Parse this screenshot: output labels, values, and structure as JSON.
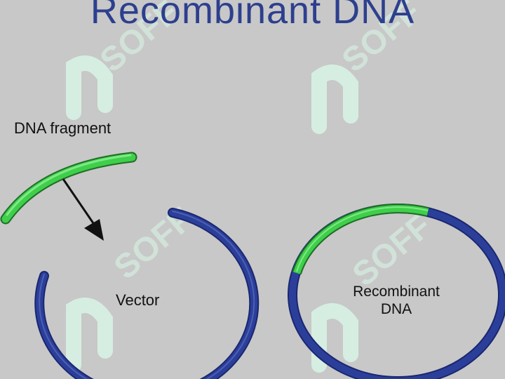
{
  "title": "Recombinant DNA",
  "labels": {
    "fragment": "DNA fragment",
    "vector": "Vector",
    "recombinant_line1": "Recombinant",
    "recombinant_line2": "DNA"
  },
  "colors": {
    "background": "#c8c8c8",
    "title": "#2d3f8e",
    "vector_strand": "#2b3f9a",
    "fragment_strand": "#3fcf4a",
    "arrow": "#111111",
    "watermark": "#d9f5e6"
  },
  "watermark": "SOFF"
}
